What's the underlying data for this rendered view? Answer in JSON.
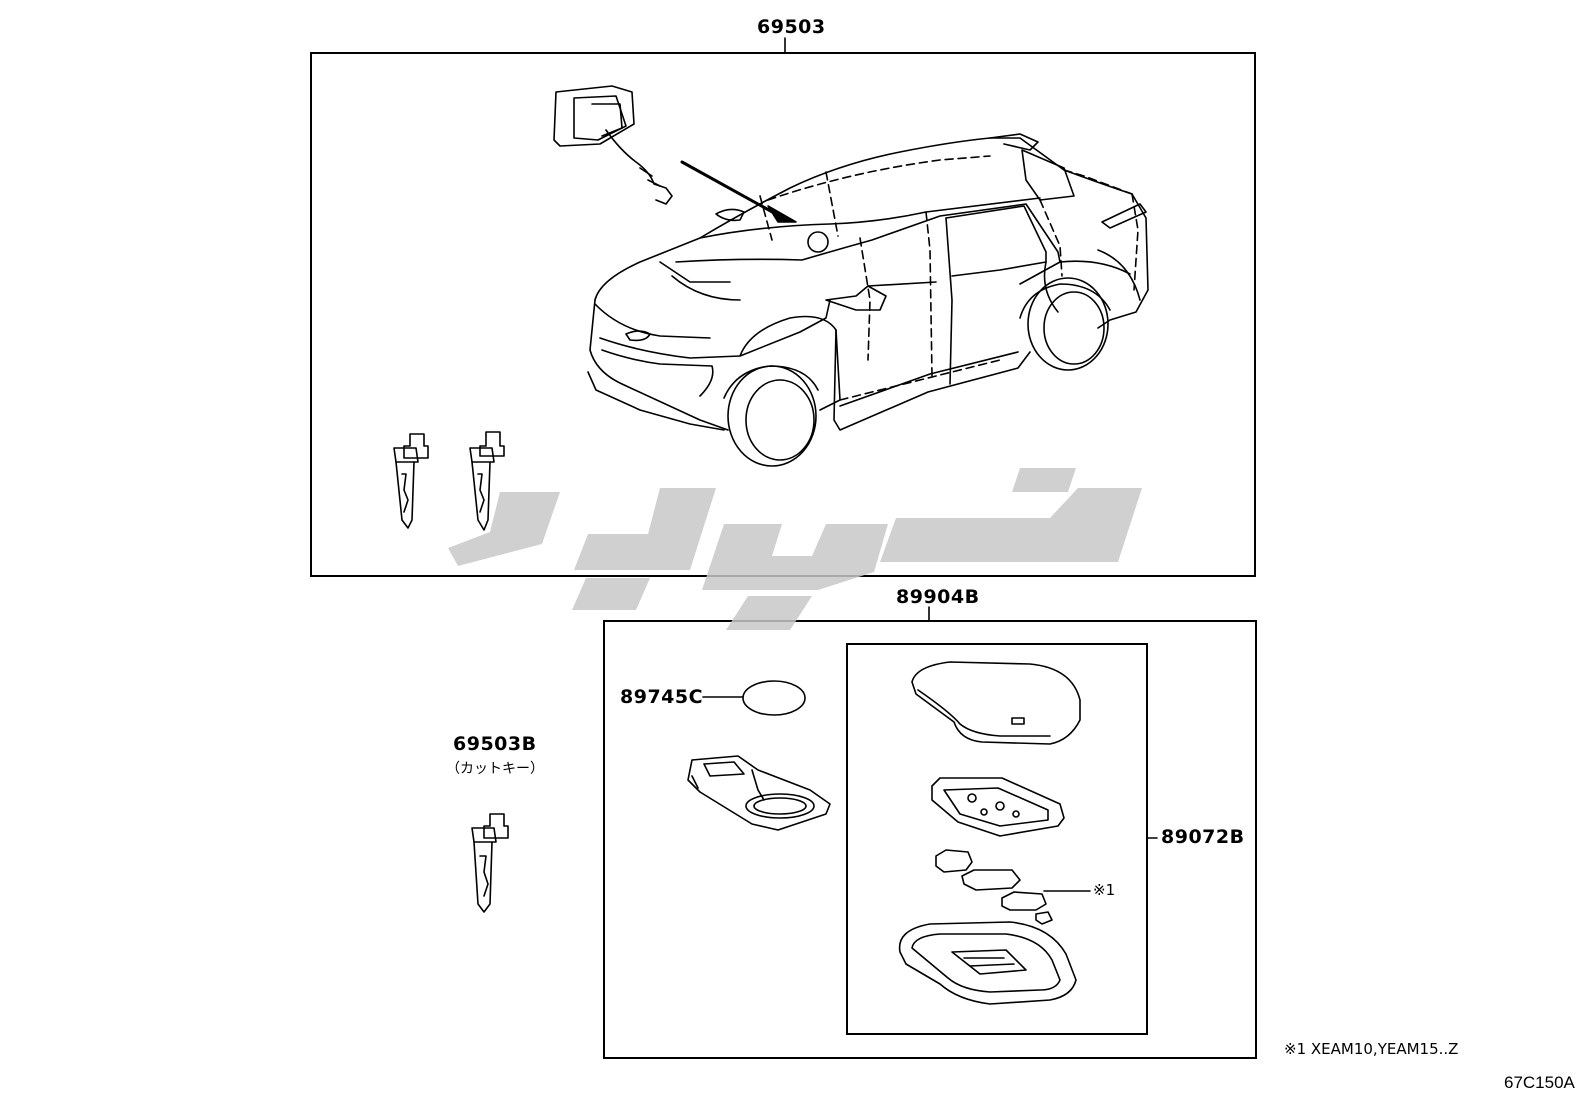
{
  "labels": {
    "top_assembly": "69503",
    "remote_assembly": "89904B",
    "battery": "89745C",
    "cut_key": "69503B",
    "cut_key_note": "（カットキー）",
    "case": "89072B",
    "ref_mark": "※1"
  },
  "footnote": "※1 XEAM10,YEAM15..Z",
  "figure_code": "67C150A",
  "watermark_color": "#c8c8c8"
}
